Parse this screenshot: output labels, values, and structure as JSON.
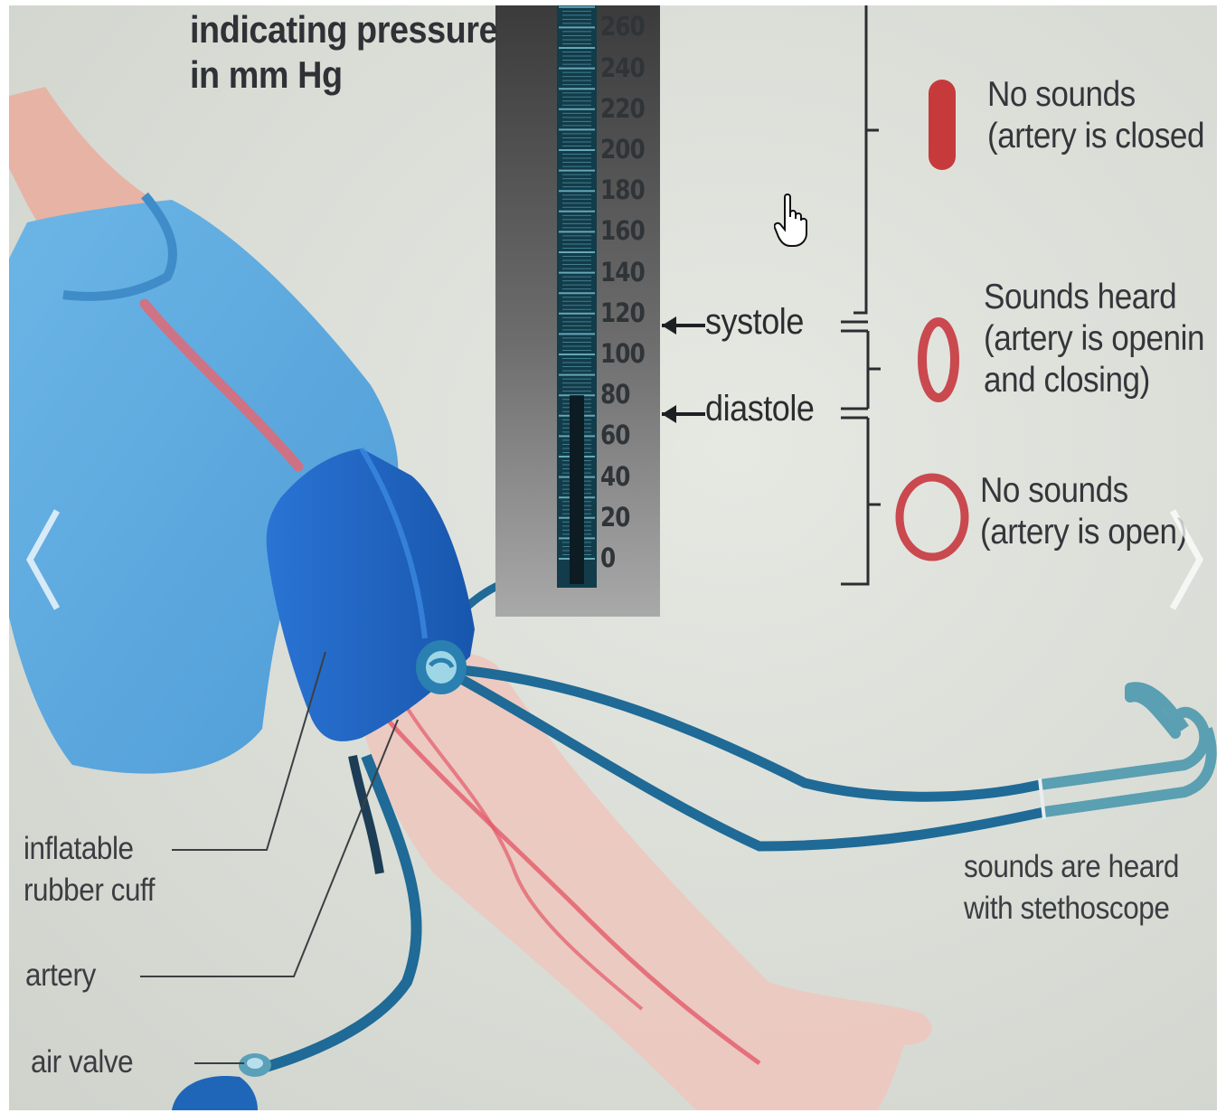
{
  "viewer": {
    "prev_icon": "chevron-left-icon",
    "next_icon": "chevron-right-icon",
    "cursor_icon": "hand-pointer-icon"
  },
  "diagram": {
    "scale_title_line1": "indicating pressure",
    "scale_title_line2": "in mm Hg",
    "scale_ticks": [
      "260",
      "240",
      "220",
      "200",
      "180",
      "160",
      "140",
      "120",
      "100",
      "80",
      "60",
      "40",
      "20",
      "0"
    ],
    "mercury_level": 80,
    "systole_label": "systole",
    "diastole_label": "diastole",
    "states": [
      {
        "line1": "No sounds",
        "line2": "(artery is closed",
        "line3": ""
      },
      {
        "line1": "Sounds heard",
        "line2": "(artery is openin",
        "line3": "and closing)"
      },
      {
        "line1": "No sounds",
        "line2": "(artery is open)",
        "line3": ""
      }
    ],
    "cuff_label_line1": "inflatable",
    "cuff_label_line2": "rubber cuff",
    "artery_label": "artery",
    "valve_label": "air valve",
    "stethoscope_label_line1": "sounds are heard",
    "stethoscope_label_line2": "with stethoscope",
    "colors": {
      "sleeve": "#5aa6dd",
      "cuff": "#1f64c2",
      "tube": "#1f6a96",
      "skin": "#e9c4bc",
      "artery": "#e45a6a",
      "artery_outline": "#c9494f"
    }
  }
}
